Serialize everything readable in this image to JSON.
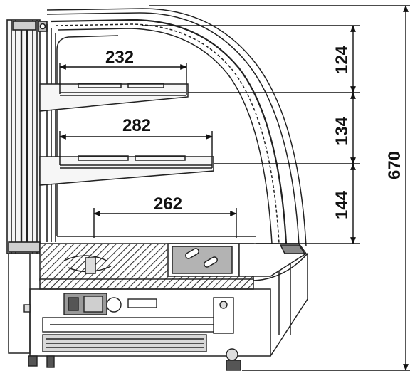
{
  "dimensions": {
    "shelf_depth_top": "232",
    "shelf_depth_middle": "282",
    "shelf_depth_bottom": "262",
    "gap_top": "124",
    "gap_middle": "134",
    "gap_bottom": "144",
    "total_height": "670"
  },
  "colors": {
    "line": "#222222",
    "fill_gray": "#9a9a9a",
    "fill_light": "#d9d9d9",
    "fill_dark": "#555555",
    "hatch": "#333333"
  }
}
